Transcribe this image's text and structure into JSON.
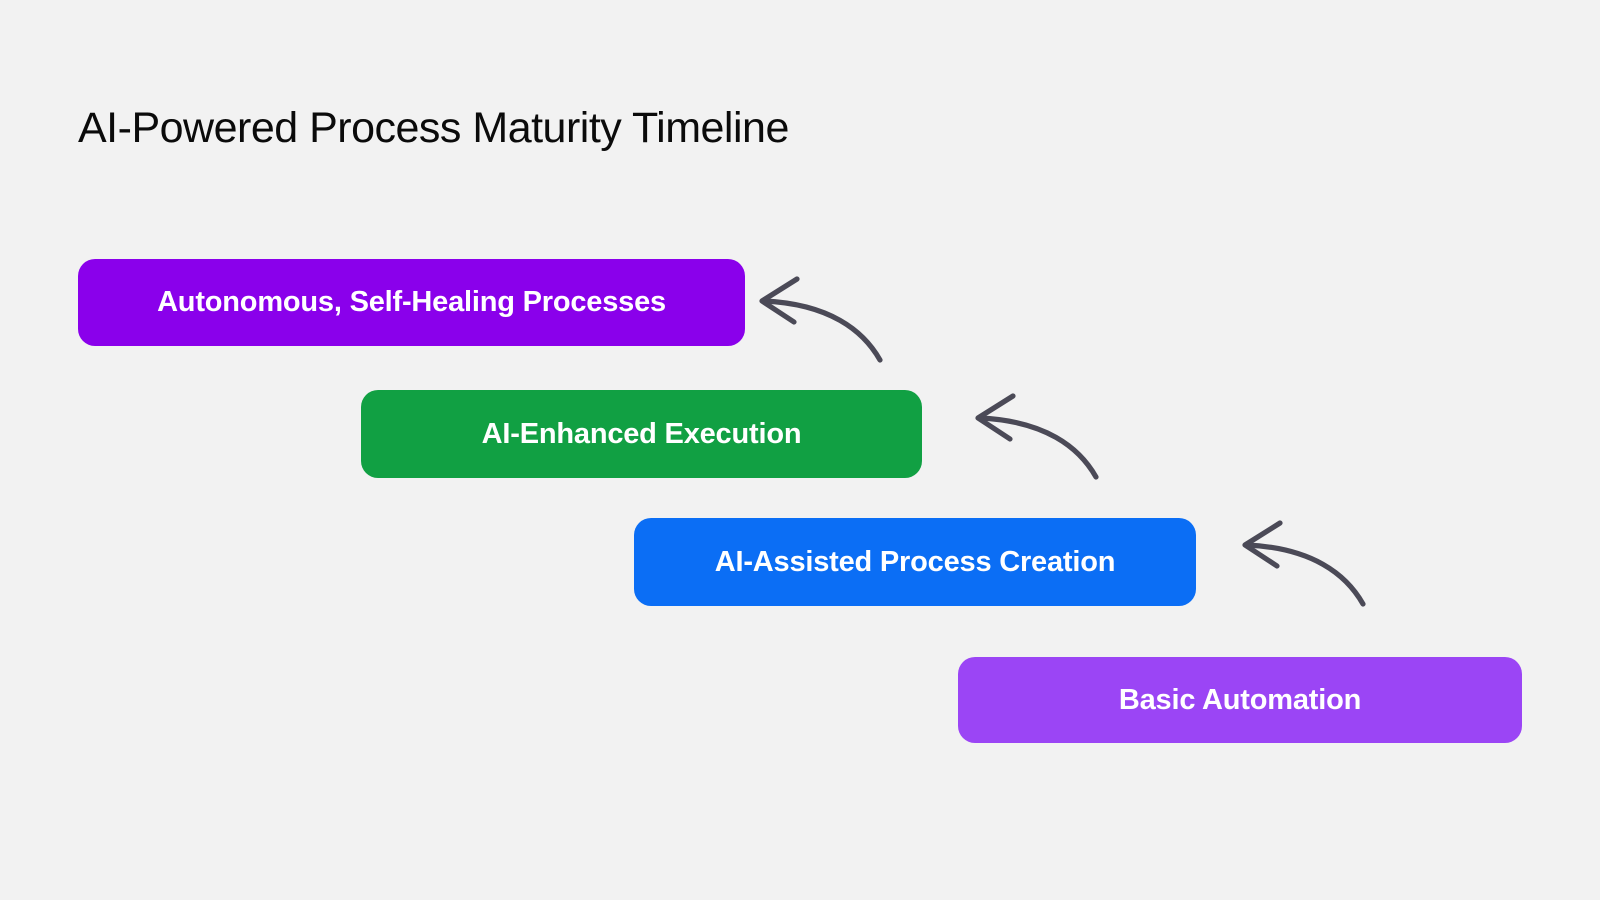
{
  "page": {
    "title": "AI-Powered Process Maturity Timeline",
    "background_color": "#f2f2f2",
    "title_color": "#0b0b0b"
  },
  "diagram": {
    "type": "staircase-timeline",
    "direction": "bottom-right to top-left",
    "arrow_color": "#4b4a57",
    "arrow_count": 3,
    "stages": [
      {
        "label": "Autonomous, Self-Healing Processes",
        "color": "#8a00eb",
        "color_name": "violet",
        "level": 4,
        "text_color": "#ffffff"
      },
      {
        "label": "AI-Enhanced Execution",
        "color": "#11a043",
        "color_name": "green",
        "level": 3,
        "text_color": "#ffffff"
      },
      {
        "label": "AI-Assisted Process Creation",
        "color": "#0b6ef5",
        "color_name": "blue",
        "level": 2,
        "text_color": "#ffffff"
      },
      {
        "label": "Basic Automation",
        "color": "#9b45f5",
        "color_name": "amethyst",
        "level": 1,
        "text_color": "#ffffff"
      }
    ]
  }
}
